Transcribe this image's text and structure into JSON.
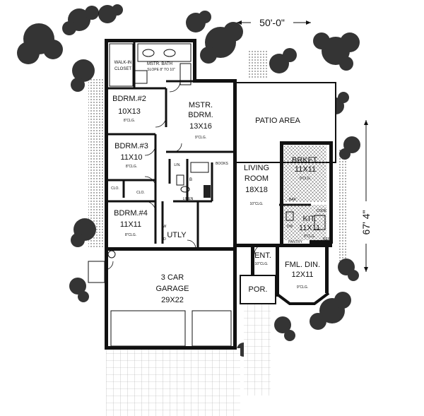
{
  "dimensions": {
    "width_label": "50'-0\"",
    "depth_label": "67' 4\""
  },
  "rooms": {
    "walk_in_closet": {
      "name_line1": "WALK-IN",
      "name_line2": "CLOSET"
    },
    "master_bath": {
      "name": "MSTR. BATH",
      "note": "SLOPE 8\" TO 10\""
    },
    "bedroom2": {
      "name": "BDRM.#2",
      "dims": "10X13",
      "ceiling": "8\"CLG."
    },
    "master_bedroom": {
      "name_line1": "MSTR.",
      "name_line2": "BDRM.",
      "dims": "13X16",
      "ceiling": "9\"CLG."
    },
    "patio": {
      "name": "PATIO  AREA"
    },
    "bedroom3": {
      "name": "BDRM.#3",
      "dims": "11X10",
      "ceiling": "8\"CLG."
    },
    "breakfast": {
      "name": "BRKFT.",
      "dims": "11X11",
      "ceiling": "9\"CLG."
    },
    "living_room": {
      "name_line1": "LIVING",
      "name_line2": "ROOM",
      "dims": "18X18",
      "ceiling": "10\"CLG."
    },
    "kitchen": {
      "name": "KIT.",
      "dims": "11X11",
      "ceiling": "9\"CLG."
    },
    "bedroom4": {
      "name": "BDRM.#4",
      "dims": "11X11",
      "ceiling": "8\"CLG."
    },
    "utility": {
      "name": "UTLY"
    },
    "entry": {
      "name": "ENT.",
      "ceiling": "10\"CLG."
    },
    "formal_dining": {
      "name": "FML. DIN.",
      "dims": "12X11",
      "ceiling": "9\"CLG."
    },
    "garage": {
      "name_line1": "3  CAR",
      "name_line2": "GARAGE",
      "dims": "29X22"
    },
    "porch": {
      "name": "POR."
    }
  },
  "labels": {
    "closet": "CLO.",
    "linen": "LIN.",
    "linen_full": "LINEN",
    "books": "BOOKS",
    "bar": "BAR",
    "cook": "COOK",
    "dw": "DW",
    "ref": "REF",
    "pantry": "PANTRY",
    "washer": "W",
    "dryer": "D",
    "bath_b": "B"
  }
}
